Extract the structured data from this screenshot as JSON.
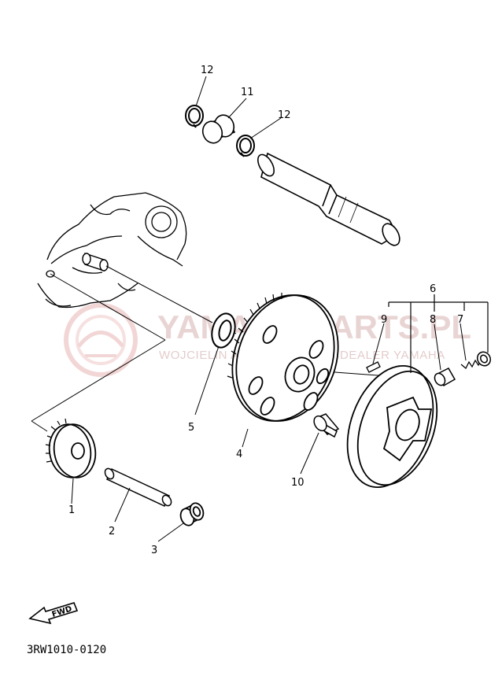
{
  "callouts": {
    "p1": "1",
    "p2": "2",
    "p3": "3",
    "p4": "4",
    "p5": "5",
    "p6": "6",
    "p7": "7",
    "p8": "8",
    "p9": "9",
    "p10": "10",
    "p11": "11",
    "p12a": "12",
    "p12b": "12"
  },
  "watermark": {
    "main": "YAMAHA-PARTS.PL",
    "sub": "WOJCIELIN AUTORYZOWANY DEALER YAMAHA",
    "color": "#e8b9b9"
  },
  "fwd_label": "FWD",
  "diagram_code": "3RW1010-0120"
}
